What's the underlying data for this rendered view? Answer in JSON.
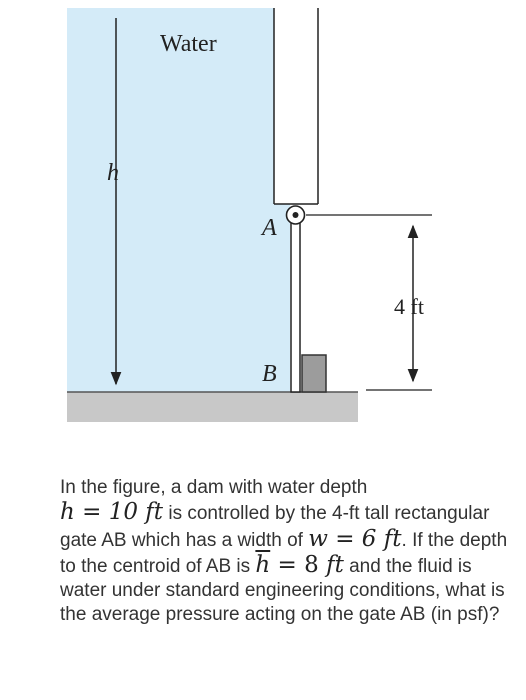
{
  "figure": {
    "water_label": "Water",
    "h_label": "h",
    "a_label": "A",
    "b_label": "B",
    "dim_label": "4 ft",
    "colors": {
      "water": "#d4ebf8",
      "ground": "#c8c8c8",
      "block": "#9c9c9c",
      "line": "#222222"
    }
  },
  "question": {
    "t1": "In the figure, a dam with water depth",
    "m1": "h = 10",
    "m1_unit": "ft",
    "t2": " is controlled by the 4-ft tall rectangular gate AB which has a width of ",
    "m2": "w = 6",
    "m2_unit": "ft",
    "t3": ". If the depth to the centroid of AB is ",
    "m3_bar": "h",
    "m3": " = 8",
    "m3_unit": "ft",
    "t4": " and the fluid is water under standard engineering conditions, what is the average pressure acting on the gate AB (in psf)?"
  }
}
